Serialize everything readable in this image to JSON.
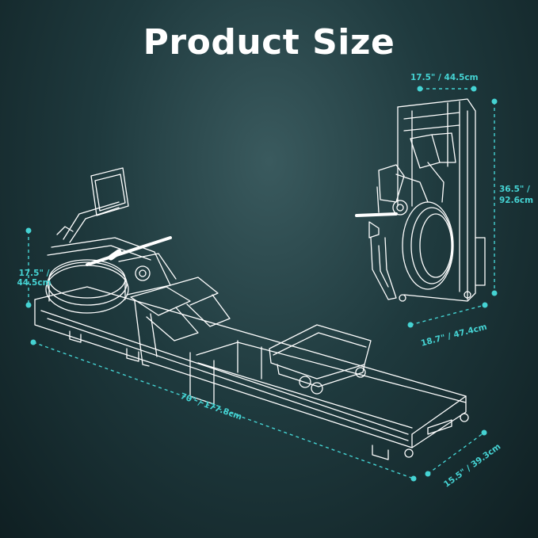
{
  "title": "Product Size",
  "colors": {
    "accent": "#45d3d3",
    "line": "#ffffff",
    "background": "#1f3a3e"
  },
  "dimensions": {
    "rower_height": "17.5\" / 44.5cm",
    "rower_length": "70\" / 177.8cm",
    "rower_width": "15.5\" / 39.3cm",
    "folded_width": "17.5\" / 44.5cm",
    "folded_height": "36.5\" / 92.6cm",
    "folded_depth": "18.7\" / 47.4cm"
  }
}
